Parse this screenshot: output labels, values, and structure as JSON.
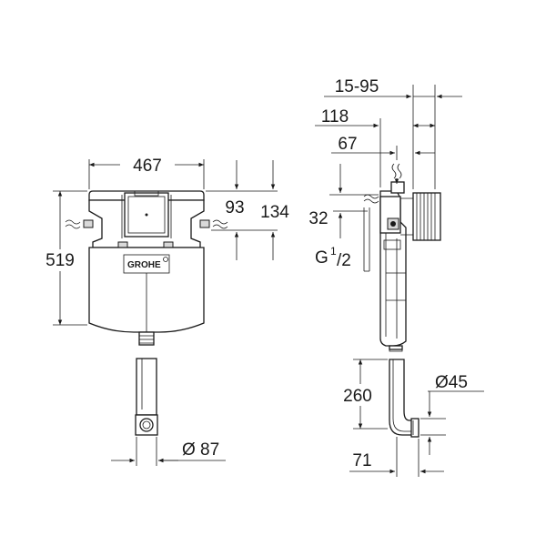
{
  "brand": "GROHE",
  "dimensions": {
    "width_total": "467",
    "height_total": "519",
    "depth_top_1": "93",
    "depth_top_2": "134",
    "range": "15-95",
    "depth_118": "118",
    "depth_67": "67",
    "inlet_32": "32",
    "thread_prefix": "G",
    "thread_num": "1",
    "thread_den": "/2",
    "pipe_height": "260",
    "pipe_dia_45": "Ø45",
    "pipe_dia_87": "Ø 87",
    "offset_71": "71"
  },
  "colors": {
    "line": "#1a1a1a",
    "background": "#ffffff",
    "fill": "#d9d9d9"
  }
}
